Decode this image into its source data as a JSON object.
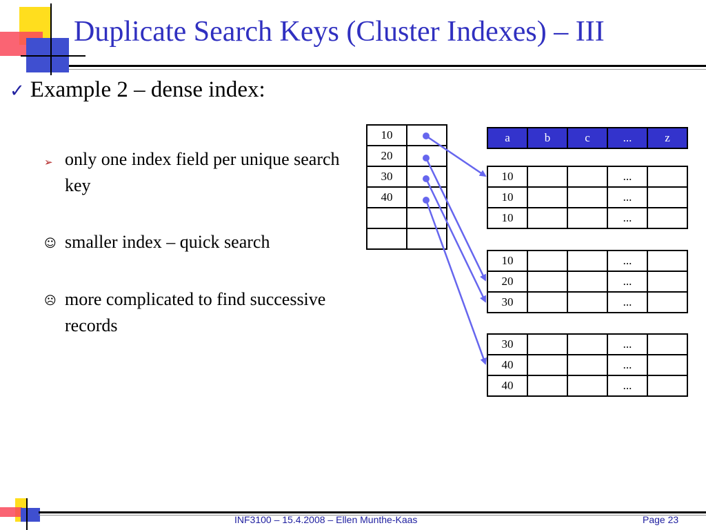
{
  "title": "Duplicate Search Keys (Cluster Indexes) – III",
  "bullet": {
    "mark": "✓",
    "text": "Example 2 – dense index:"
  },
  "sub_bullets": [
    {
      "icon": "arrow-bullet-icon",
      "mark": "➢",
      "text": "only one index field per unique search key"
    },
    {
      "icon": "smile-icon",
      "mark": "☺",
      "text": "smaller index – quick search"
    },
    {
      "icon": "frown-icon",
      "mark": "☹",
      "text": "more complicated to find successive records"
    }
  ],
  "index_table": [
    [
      "10",
      ""
    ],
    [
      "20",
      ""
    ],
    [
      "30",
      ""
    ],
    [
      "40",
      ""
    ],
    [
      "",
      ""
    ],
    [
      "",
      ""
    ]
  ],
  "record_header": [
    "a",
    "b",
    "c",
    "...",
    "z"
  ],
  "blocks": [
    [
      [
        "10",
        "",
        "",
        "...",
        ""
      ],
      [
        "10",
        "",
        "",
        "...",
        ""
      ],
      [
        "10",
        "",
        "",
        "...",
        ""
      ]
    ],
    [
      [
        "10",
        "",
        "",
        "...",
        ""
      ],
      [
        "20",
        "",
        "",
        "...",
        ""
      ],
      [
        "30",
        "",
        "",
        "...",
        ""
      ]
    ],
    [
      [
        "30",
        "",
        "",
        "...",
        ""
      ],
      [
        "40",
        "",
        "",
        "...",
        ""
      ],
      [
        "40",
        "",
        "",
        "...",
        ""
      ]
    ]
  ],
  "colors": {
    "title": "#3030c0",
    "header_fill": "#3333cc",
    "arrow": "#6666ee"
  },
  "footer": {
    "center": "INF3100 – 15.4.2008 – Ellen Munthe-Kaas",
    "page": "Page 23"
  }
}
